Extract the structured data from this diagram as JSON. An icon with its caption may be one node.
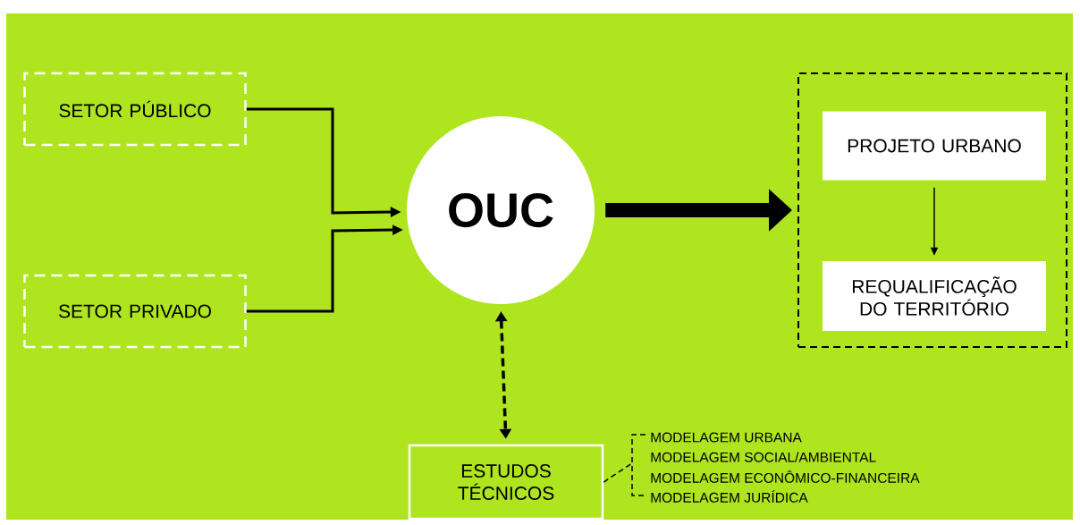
{
  "diagram": {
    "nodes": [
      {
        "text": [
          "SETOR PÚBLICO"
        ]
      },
      {
        "text": [
          "SETOR PRIVADO"
        ]
      },
      {
        "text": [
          "OUC"
        ]
      },
      {
        "text": [],
        "shape": "box"
      },
      {
        "text": [
          "PROJETO URBANO"
        ],
        "in": 3
      },
      {
        "text": [
          "REQUALIFICAÇÃO DO TERRITÓRIO"
        ],
        "in": 3
      },
      {
        "text": [
          "ESTUDOS TÉCNICOS"
        ]
      }
    ],
    "edges": [
      {
        "from": 0,
        "to": 2,
        "arrow": "to"
      },
      {
        "from": 1,
        "to": 2,
        "arrow": "to"
      },
      {
        "from": 2,
        "to": 3,
        "arrow": "to",
        "style": "thick"
      },
      {
        "from": 4,
        "to": 5,
        "arrow": "to"
      },
      {
        "from": 2,
        "to": 6,
        "arrow": "both",
        "style": "dashed"
      }
    ],
    "labels": [
      "MODELAGEM URBANA",
      "MODELAGEM SOCIAL/AMBIENTAL",
      "MODELAGEM ECONÔMICO-FINANCEIRA",
      "MODELAGEM JURÍDICA"
    ]
  }
}
